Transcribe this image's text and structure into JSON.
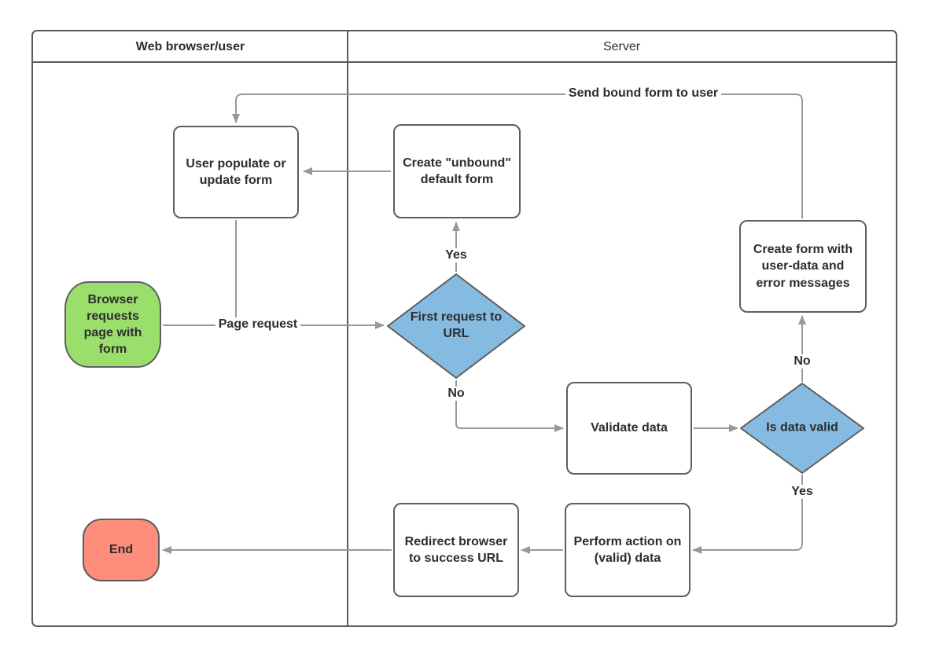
{
  "diagram": {
    "lanes": [
      {
        "title": "Web browser/user"
      },
      {
        "title": "Server"
      }
    ],
    "nodes": {
      "start": {
        "label": "Browser requests page with form",
        "type": "start"
      },
      "user_populate": {
        "label": "User populate or update form",
        "type": "process"
      },
      "create_unbound": {
        "label": "Create \"unbound\" default form",
        "type": "process"
      },
      "first_request": {
        "label": "First request to URL",
        "type": "decision"
      },
      "validate": {
        "label": "Validate data",
        "type": "process"
      },
      "is_valid": {
        "label": "Is data valid",
        "type": "decision"
      },
      "create_form": {
        "label": "Create form with user-data and error messages",
        "type": "process"
      },
      "perform_action": {
        "label": "Perform action on (valid) data",
        "type": "process"
      },
      "redirect": {
        "label": "Redirect browser to success URL",
        "type": "process"
      },
      "end": {
        "label": "End",
        "type": "end"
      }
    },
    "edge_labels": {
      "page_request": "Page request",
      "first_request_yes": "Yes",
      "first_request_no": "No",
      "is_valid_no": "No",
      "is_valid_yes": "Yes",
      "send_bound": "Send bound form to user"
    },
    "colors": {
      "start_fill": "#9ade6b",
      "decision_fill": "#85bbe0",
      "end_fill": "#fe8d7b",
      "node_fill": "#ffffff",
      "node_border": "#5e5e5e",
      "pool_border": "#595959",
      "edge": "#999999",
      "text": "#2d2d2d"
    }
  }
}
